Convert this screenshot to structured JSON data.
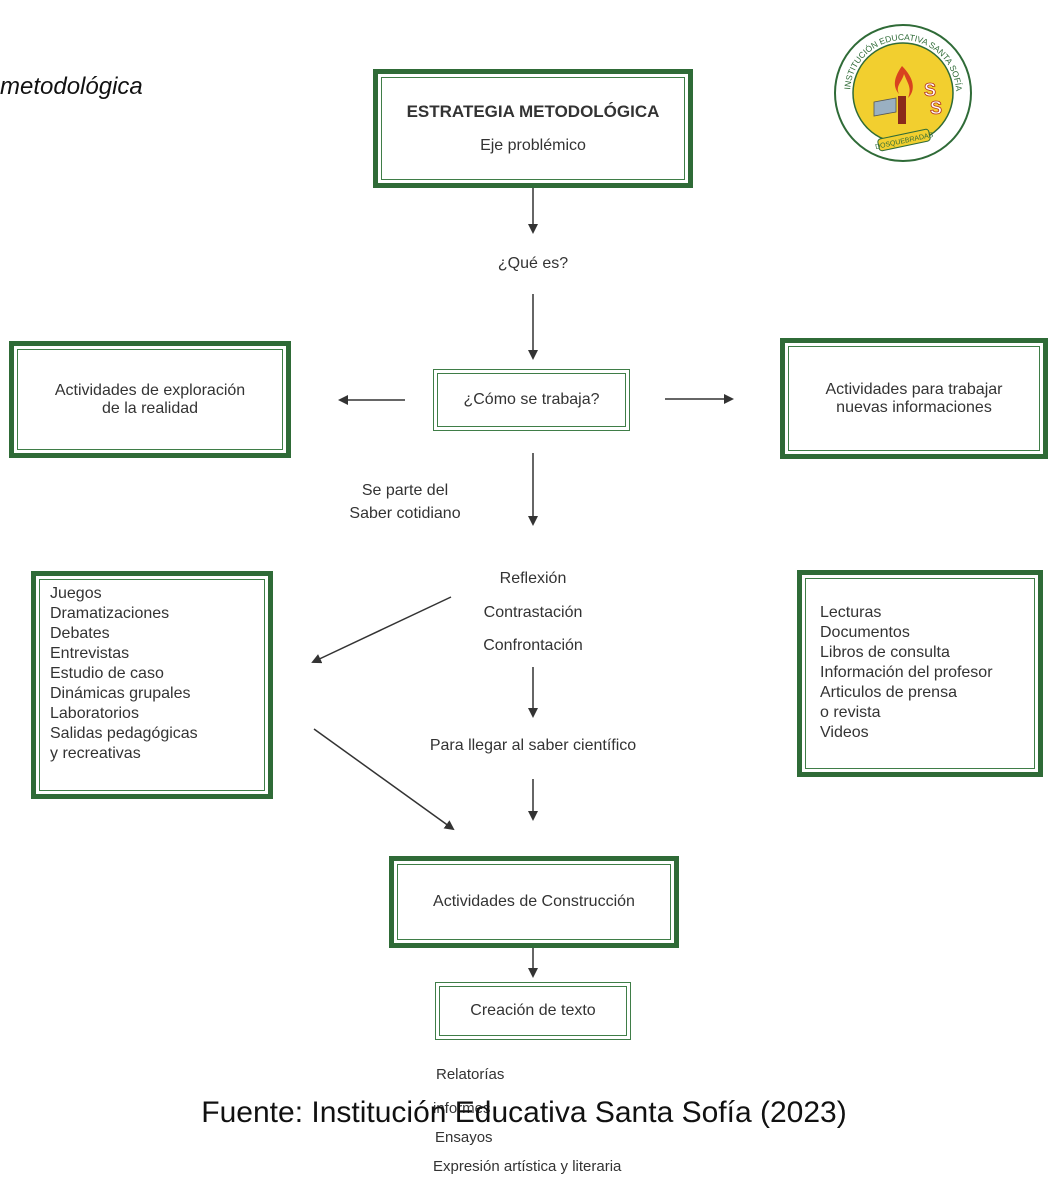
{
  "heading": "metodológica",
  "top_box": {
    "title": "ESTRATEGIA METODOLÓGICA",
    "subtitle": "Eje problémico"
  },
  "que_es": "¿Qué es?",
  "como": "¿Cómo se trabaja?",
  "left_box": {
    "line1": "Actividades de exploración",
    "line2": "de la realidad"
  },
  "right_box": {
    "line1": "Actividades para trabajar",
    "line2": "nuevas informaciones"
  },
  "se_parte": {
    "line1": "Se parte del",
    "line2": "Saber cotidiano"
  },
  "middle_steps": [
    "Reflexión",
    "Contrastación",
    "Confrontación"
  ],
  "para_llegar": "Para llegar al saber científico",
  "left_list": [
    "Juegos",
    "Dramatizaciones",
    "Debates",
    "Entrevistas",
    "Estudio de caso",
    "Dinámicas grupales",
    "Laboratorios",
    "Salidas pedagógicas",
    "y recreativas"
  ],
  "right_list": [
    "Lecturas",
    "Documentos",
    "Libros de consulta",
    "Información del profesor",
    "Articulos de prensa",
    "o revista",
    "Videos"
  ],
  "construction_box": "Actividades de Construcción",
  "creation_box": "Creación de texto",
  "outputs": [
    "Relatorías",
    "informes",
    "Ensayos",
    "Expresión artística y literaria"
  ],
  "caption": "Fuente: Institución Educativa Santa Sofía (2023)",
  "seal": {
    "top_text": "INSTITUCIÓN EDUCATIVA SANTA SOFÍA",
    "bottom_text": "DOSQUEBRADAS",
    "monogram": "SS",
    "colors": {
      "ring": "#2f6b37",
      "fill": "#f2cf2f",
      "flame": "#d8421f"
    }
  },
  "colors": {
    "frame": "#2f6b37",
    "text": "#333333",
    "arrow": "#333333"
  }
}
